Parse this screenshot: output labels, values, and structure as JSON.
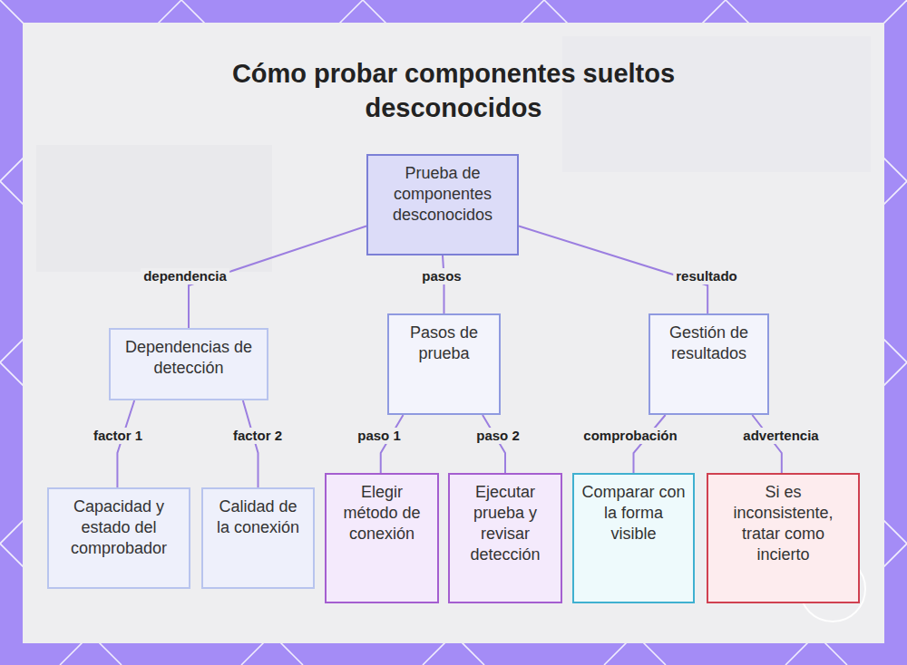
{
  "diagram": {
    "title": "Cómo probar componentes sueltos desconocidos",
    "nodes": [
      {
        "text": [
          "Prueba de componentes desconocidos"
        ]
      },
      {
        "text": [
          "Dependencias de detección"
        ]
      },
      {
        "text": [
          "Pasos de prueba"
        ]
      },
      {
        "text": [
          "Gestión de resultados"
        ]
      },
      {
        "text": [
          "Capacidad y estado del comprobador"
        ]
      },
      {
        "text": [
          "Calidad de la conexión"
        ]
      },
      {
        "text": [
          "Elegir método de conexión"
        ]
      },
      {
        "text": [
          "Ejecutar prueba y revisar detección"
        ]
      },
      {
        "text": [
          "Comparar con la forma visible"
        ]
      },
      {
        "text": [
          "Si es inconsistente, tratar como incierto"
        ]
      }
    ],
    "edges": [
      {
        "from": 0,
        "to": 1,
        "label": "dependencia",
        "arrow": "none"
      },
      {
        "from": 0,
        "to": 2,
        "label": "pasos",
        "arrow": "none"
      },
      {
        "from": 0,
        "to": 3,
        "label": "resultado",
        "arrow": "none"
      },
      {
        "from": 1,
        "to": 4,
        "label": "factor 1",
        "arrow": "none"
      },
      {
        "from": 1,
        "to": 5,
        "label": "factor 2",
        "arrow": "none"
      },
      {
        "from": 2,
        "to": 6,
        "label": "paso 1",
        "arrow": "none"
      },
      {
        "from": 2,
        "to": 7,
        "label": "paso 2",
        "arrow": "none"
      },
      {
        "from": 3,
        "to": 8,
        "label": "comprobación",
        "arrow": "none"
      },
      {
        "from": 3,
        "to": 9,
        "label": "advertencia",
        "arrow": "none"
      }
    ]
  }
}
